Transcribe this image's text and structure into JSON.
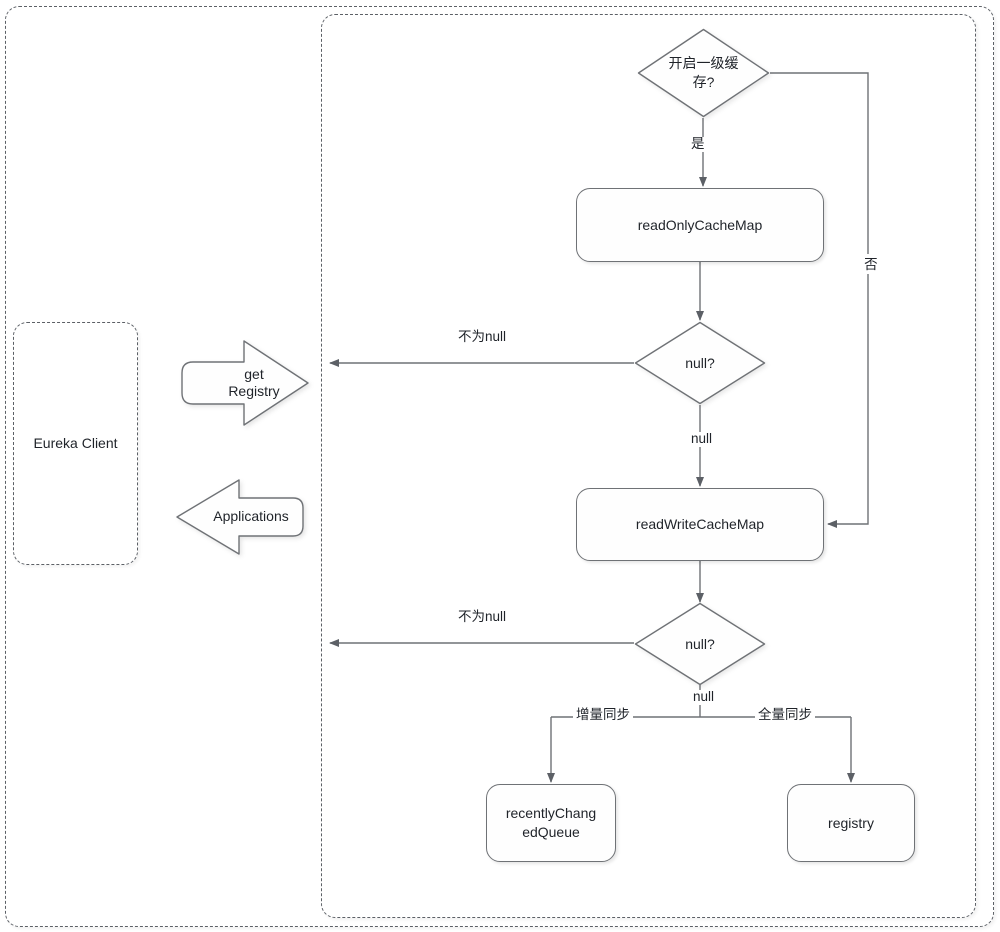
{
  "diagram": {
    "type": "flowchart",
    "title_text": "",
    "containers": [
      {
        "name": "outer-region",
        "label": ""
      },
      {
        "name": "eureka-server-region",
        "label": ""
      }
    ],
    "nodes": {
      "eureka_client": {
        "label": "Eureka Client",
        "shape": "dashed-rounded-rect"
      },
      "get_registry_arrow": {
        "label": "get\nRegistry",
        "line1": "get",
        "line2": "Registry",
        "shape": "block-arrow-right"
      },
      "applications_arrow": {
        "label": "Applications",
        "shape": "block-arrow-left"
      },
      "first_level_cache_decision": {
        "label": "开启一级缓\n存?",
        "line1": "开启一级缓",
        "line2": "存?",
        "shape": "diamond"
      },
      "read_only_cache_map": {
        "label": "readOnlyCacheMap",
        "shape": "rounded-rect"
      },
      "null_check_1": {
        "label": "null?",
        "shape": "diamond"
      },
      "read_write_cache_map": {
        "label": "readWriteCacheMap",
        "shape": "rounded-rect"
      },
      "null_check_2": {
        "label": "null?",
        "shape": "diamond"
      },
      "recently_changed_queue": {
        "label": "recentlyChang\nedQueue",
        "line1": "recentlyChang",
        "line2": "edQueue",
        "shape": "rounded-rect"
      },
      "registry": {
        "label": "registry",
        "shape": "rounded-rect"
      }
    },
    "edge_labels": {
      "yes": "是",
      "no": "否",
      "not_null_1": "不为null",
      "null_1": "null",
      "not_null_2": "不为null",
      "null_2": "null",
      "incremental_sync": "增量同步",
      "full_sync": "全量同步"
    },
    "colors": {
      "stroke": "#6f7276",
      "dashed_stroke": "#5c6066",
      "text": "#1f2329",
      "fill": "#fefefe",
      "background": "#ffffff"
    }
  }
}
